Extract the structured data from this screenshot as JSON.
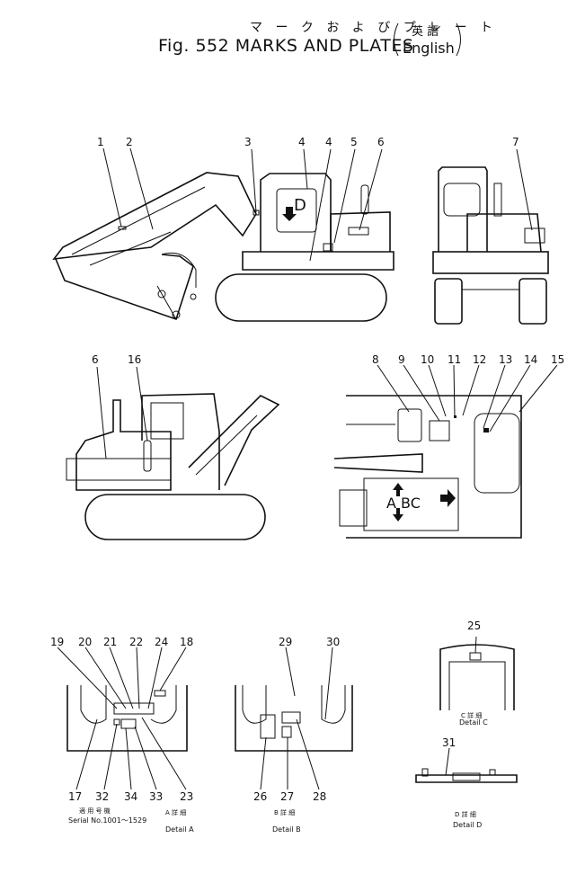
{
  "title": {
    "japanese": "マ ー ク お よ び プ レ ー ト",
    "english": "Fig. 552 MARKS AND PLATES",
    "paren_japanese": "英 語",
    "paren_english": "English"
  },
  "callouts": [
    "1",
    "2",
    "3",
    "4",
    "4",
    "5",
    "6",
    "7",
    "6",
    "16",
    "8",
    "9",
    "10",
    "11",
    "12",
    "13",
    "14",
    "15",
    "19",
    "20",
    "21",
    "22",
    "24",
    "18",
    "17",
    "32",
    "34",
    "33",
    "23",
    "29",
    "30",
    "26",
    "27",
    "28",
    "25",
    "31"
  ],
  "plate_text": {
    "cab_letter": "D",
    "counterweight_letters": "A BC"
  },
  "details": {
    "a": {
      "jp": "A 詳 細",
      "en": "Detail A",
      "serial_jp": "適 用 号 機",
      "serial": "Serial No.1001～1529"
    },
    "b": {
      "jp": "B 詳 細",
      "en": "Detail B"
    },
    "c": {
      "jp": "C 詳 細",
      "en": "Detail C"
    },
    "d": {
      "jp": "D 詳 細",
      "en": "Detail D"
    }
  },
  "colors": {
    "ink": "#111111",
    "paper": "#ffffff"
  }
}
